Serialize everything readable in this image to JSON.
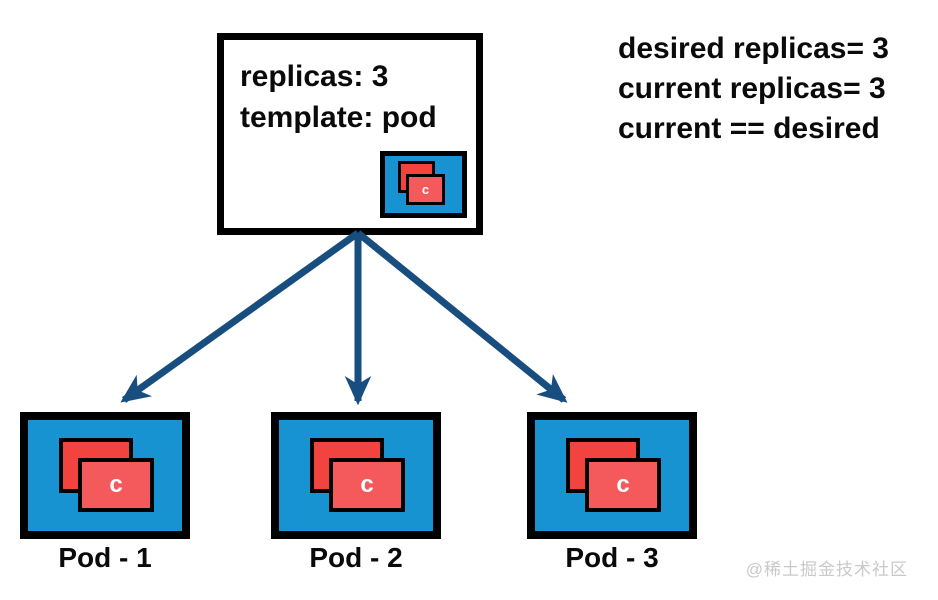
{
  "replicaset": {
    "line1": "replicas: 3",
    "line2": "template: pod"
  },
  "status": {
    "line1": "desired replicas= 3",
    "line2": "current replicas= 3",
    "line3": "current == desired"
  },
  "template_icon": {
    "container_letter": "c"
  },
  "pods": [
    {
      "label": "Pod - 1",
      "container_letter": "c"
    },
    {
      "label": "Pod - 2",
      "container_letter": "c"
    },
    {
      "label": "Pod - 3",
      "container_letter": "c"
    }
  ],
  "watermark": "@稀土掘金技术社区",
  "colors": {
    "pod_blue": "#1793d2",
    "container_red_back": "#f2433f",
    "container_red_front": "#f4595c",
    "arrow_navy": "#174e7f",
    "border_black": "#000000",
    "watermark_gray": "#c9c9c9"
  }
}
